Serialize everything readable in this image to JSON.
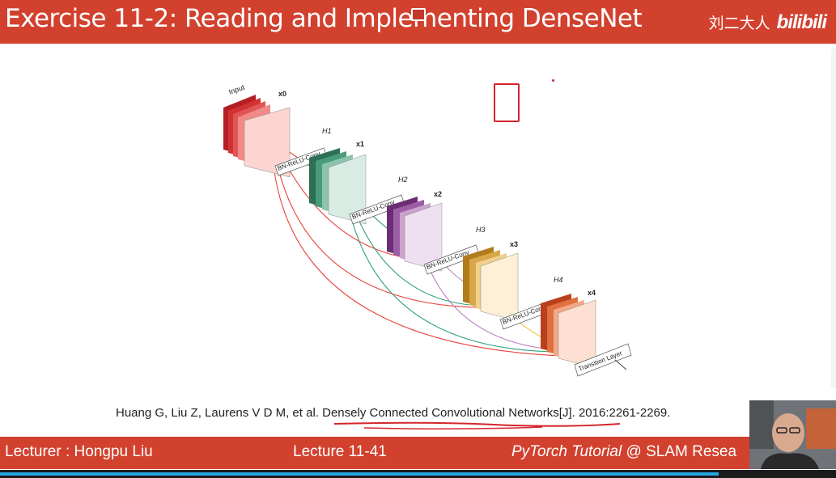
{
  "header": {
    "title": "Exercise 11-2: Reading and Implementing DenseNet",
    "brand_cn": "刘二大人",
    "brand_logo": "bilibili",
    "bg_color": "#d2412e"
  },
  "figure": {
    "input_label": "Input",
    "x_labels": [
      "x0",
      "x1",
      "x2",
      "x3",
      "x4"
    ],
    "h_labels": [
      "H1",
      "H2",
      "H3",
      "H4"
    ],
    "conv_label": "BN-ReLU-Conv",
    "transition_label": "Transition Layer",
    "block_colors": [
      "#c8262a",
      "#2e7a5c",
      "#7a3a82",
      "#d7a33a",
      "#d85a30"
    ]
  },
  "citation": {
    "prefix": "Huang G, Liu Z, Laurens V D M, et al. ",
    "link": "Densely Connected Convolutional Networks[J].",
    "suffix": " 2016:2261-2269."
  },
  "footer": {
    "lecturer": "Lecturer : Hongpu Liu",
    "lecture": "Lecture 11-41",
    "course_italic": "PyTorch Tutorial",
    "course_rest": " @ SLAM Resea"
  },
  "player": {
    "progress": 0.86,
    "progress_color": "#23a6e0"
  }
}
